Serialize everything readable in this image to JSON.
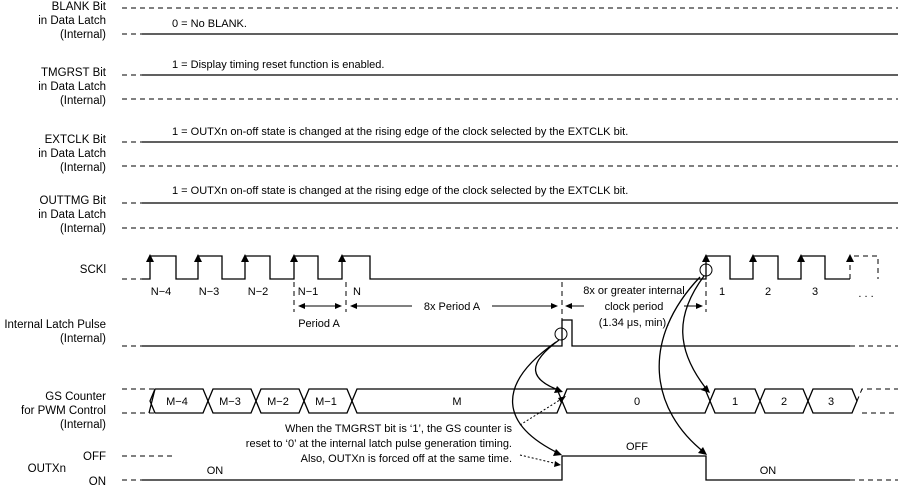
{
  "signals": {
    "blank": {
      "lines": [
        "BLANK Bit",
        "in Data Latch",
        "(Internal)"
      ],
      "note": "0 = No BLANK."
    },
    "tmgrst": {
      "lines": [
        "TMGRST Bit",
        "in Data Latch",
        "(Internal)"
      ],
      "note": "1 = Display timing reset function is enabled."
    },
    "extclk": {
      "lines": [
        "EXTCLK Bit",
        "in Data Latch",
        "(Internal)"
      ],
      "note": "1 = OUTXn on-off state is changed at the rising edge of the clock selected by the EXTCLK bit."
    },
    "outtmg": {
      "lines": [
        "OUTTMG Bit",
        "in Data Latch",
        "(Internal)"
      ],
      "note": "1 = OUTXn on-off state is changed at the rising edge of the clock selected by the EXTCLK bit."
    },
    "sckl": {
      "label": "SCKl"
    },
    "latch": {
      "lines": [
        "Internal Latch Pulse",
        "(Internal)"
      ]
    },
    "gs": {
      "lines": [
        "GS Counter",
        "for PWM Control",
        "(Internal)"
      ]
    },
    "outxn": {
      "label": "OUTXn",
      "off": "OFF",
      "on": "ON"
    }
  },
  "clock_labels": [
    "N−4",
    "N−3",
    "N−2",
    "N−1",
    "N",
    "1",
    "2",
    "3",
    ". . ."
  ],
  "period_a": "Period A",
  "period_8x": "8x Period A",
  "internal_clock": [
    "8x or greater internal",
    "clock period",
    "(1.34 μs, min)."
  ],
  "gs_values": [
    "M−4",
    "M−3",
    "M−2",
    "M−1",
    "M",
    "0",
    "1",
    "2",
    "3"
  ],
  "out_states": {
    "on_left": "ON",
    "off_mid": "OFF",
    "on_right": "ON"
  },
  "annotation": [
    "When the TMGRST bit is ‘1’, the GS counter is",
    "reset to ‘0’ at the internal latch pulse generation timing.",
    "Also, OUTXn is forced off at the same time."
  ]
}
